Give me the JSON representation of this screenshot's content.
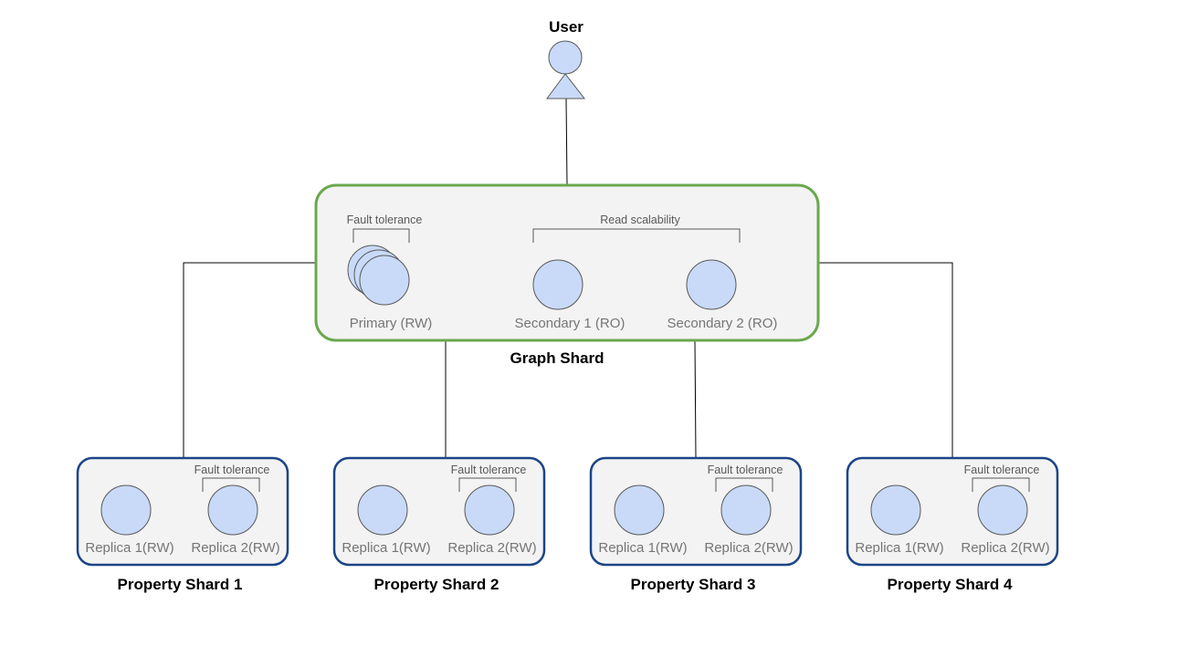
{
  "user": {
    "label": "User"
  },
  "graph_shard": {
    "label": "Graph Shard",
    "fault_tolerance_label": "Fault tolerance",
    "read_scalability_label": "Read scalability",
    "nodes": [
      {
        "label": "Primary (RW)"
      },
      {
        "label": "Secondary 1 (RO)"
      },
      {
        "label": "Secondary 2 (RO)"
      }
    ]
  },
  "property_shards": [
    {
      "label": "Property Shard 1",
      "fault_tolerance_label": "Fault tolerance",
      "replicas": [
        {
          "label": "Replica 1(RW)"
        },
        {
          "label": "Replica 2(RW)"
        }
      ]
    },
    {
      "label": "Property Shard 2",
      "fault_tolerance_label": "Fault tolerance",
      "replicas": [
        {
          "label": "Replica 1(RW)"
        },
        {
          "label": "Replica 2(RW)"
        }
      ]
    },
    {
      "label": "Property Shard 3",
      "fault_tolerance_label": "Fault tolerance",
      "replicas": [
        {
          "label": "Replica 1(RW)"
        },
        {
          "label": "Replica 2(RW)"
        }
      ]
    },
    {
      "label": "Property Shard 4",
      "fault_tolerance_label": "Fault tolerance",
      "replicas": [
        {
          "label": "Replica 1(RW)"
        },
        {
          "label": "Replica 2(RW)"
        }
      ]
    }
  ],
  "colors": {
    "graph_border": "#6aa84f",
    "property_border": "#1c4587",
    "box_fill": "#f3f3f3",
    "node_fill": "#c9daf8"
  }
}
